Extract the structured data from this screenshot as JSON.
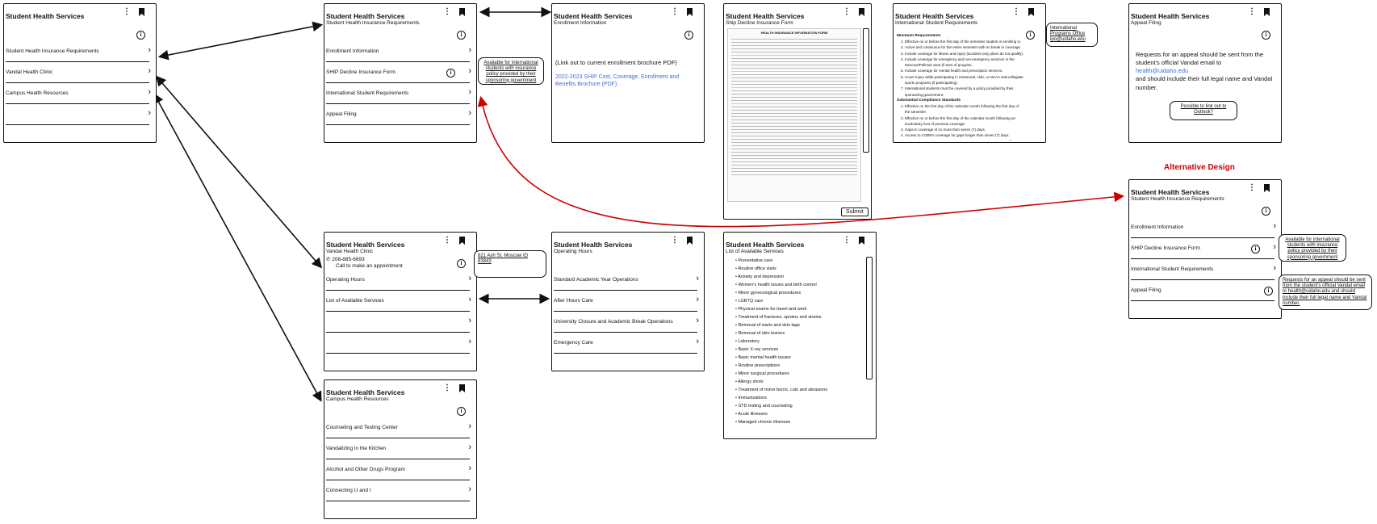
{
  "app_title": "Student Health Services",
  "icons": {
    "more": "more-vertical-icon",
    "bookmark": "bookmark-icon",
    "info": "info-icon",
    "chevron": "chevron-right-icon",
    "phone": "phone-icon"
  },
  "colors": {
    "link": "#3a6fd8",
    "alt_arrow": "#c00000"
  },
  "home": {
    "items": [
      "Student Health Insurance Requirements",
      "Vandal Health Clinic",
      "Campus Health Resources",
      ""
    ]
  },
  "insurance": {
    "subtitle": "Student Health Insurance Requirements",
    "items": [
      "Enrollment Information",
      "SHIP Decline Insurance Form",
      "International Student Requirements",
      "Appeal Filing",
      ""
    ],
    "note": "Available for international students with insurance policy provided by their sponsoring government"
  },
  "enrollment": {
    "subtitle": "Enrollment Information",
    "placeholder": "(Link out to current enrollment brochure PDF)",
    "link": "2022-2023 SHIP Cost, Coverage, Enrollment and Benefits Brochure (PDF)."
  },
  "ship": {
    "subtitle": "Ship Decline Insurance Form",
    "form_title": "HEALTH INSURANCE INFORMATION FORM",
    "submit": "Submit"
  },
  "international": {
    "subtitle": "International Student Requirements",
    "min_heading": "Minimum Requirements",
    "min_items": [
      "Effective on or before the first day of the semester student is enrolling in.",
      "Active and continuous for the entire semester with no break in coverage.",
      "Include coverage for illness and injury (accident only plans do not qualify).",
      "Include coverage for emergency and non-emergency services in the Moscow/Pullman area (if area of program.",
      "Include coverage for mental health and prescription services.",
      "Cover injury while participating in intramural, club, or NCAA intercollegiate sports programs (if participating).",
      "International students must be covered by a policy provided by their sponsoring government."
    ],
    "sub_heading": "Substantial Compliance Standards",
    "sub_items": [
      "Effective on the first day of the calendar month following the first day of the semester.",
      "Effective on or before the first day of the calendar month following an involuntary loss of previous coverage.",
      "Gaps in coverage of no more than seven (7) days.",
      "Access to COBRA coverage for gaps longer than seven (7) days.",
      "Approved appeal through the Student Insurance and Business Office."
    ],
    "note": "International Programs Office ipo@uidaho.edu"
  },
  "appeal": {
    "subtitle": "Appeal Filing",
    "text1": "Requests for an appeal should be sent from the student's official Vandal email to",
    "email": "health@uidaho.edu",
    "text2": "and should include their full legal name and Vandal number.",
    "note": "Possible to link out to Outlook?"
  },
  "alt": {
    "heading": "Alternative Design",
    "subtitle": "Student Health Insurance Requirements",
    "items": [
      "Enrollment Information",
      "SHIP Decline Insurance Form",
      "International Student Requirements",
      "Appeal Filing",
      ""
    ],
    "note1": "Available for international students with insurance policy provided by their sponsoring government",
    "note2": "Requests for an appeal should be sent from the student's official Vandal email to health@uidaho.edu and should include their full legal name and Vandal number."
  },
  "clinic": {
    "subtitle": "Vandal Health Clinic",
    "phone": "208-885-6693",
    "phone_note": "Call to make an appointment",
    "items": [
      "Operating Hours",
      "List of Available Services",
      "",
      "",
      ""
    ],
    "note": "821 Ash St. Moscow ID 83843"
  },
  "hours": {
    "subtitle": "Operating Hours",
    "items": [
      "Standard Academic Year Operations",
      "After Hours Care",
      "University Closure and Academic Break Operations",
      "Emergency Care"
    ]
  },
  "services": {
    "subtitle": "List of Available Services",
    "items": [
      "Preventative care",
      "Routine office visits",
      "Anxiety and depression",
      "Women's health issues and birth control",
      "Minor gynecological procedures",
      "LGBTQ care",
      "Physical exams for travel and work",
      "Treatment of fractures, sprains and strains",
      "Removal of warts and skin tags",
      "Removal of skin lesions",
      "Laboratory",
      "Basic X-ray services",
      "Basic mental health issues",
      "Routine prescriptions",
      "Minor surgical procedures",
      "Allergy shots",
      "Treatment of minor burns, cuts and abrasions",
      "Immunizations",
      "STD testing and counseling",
      "Acute illnesses",
      "Managed chronic illnesses"
    ]
  },
  "resources": {
    "subtitle": "Campus Health Resources",
    "items": [
      "Counseling and Testing Center",
      "Vandalizing in the Kitchen",
      "Alcohol and Other Drugs Program",
      "Connecting U and I",
      ""
    ]
  }
}
